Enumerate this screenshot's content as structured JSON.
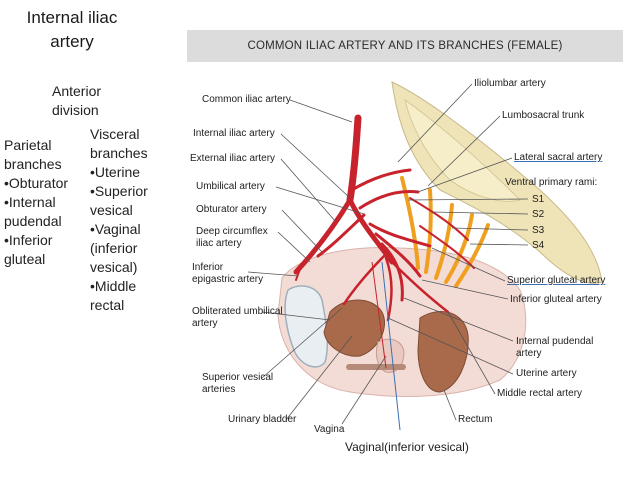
{
  "left_text": {
    "title_lines": [
      "Internal iliac",
      "artery"
    ],
    "anterior_lines": [
      "Anterior",
      "division"
    ],
    "parietal_lines": [
      "Parietal",
      "branches",
      "•Obturator",
      "•Internal",
      "pudendal",
      "•Inferior",
      "gluteal"
    ],
    "visceral_lines": [
      "Visceral",
      "branches",
      "•Uterine",
      "•Superior",
      "vesical",
      "•Vaginal",
      "(inferior",
      "vesical)",
      "•Middle",
      "rectal"
    ]
  },
  "diagram": {
    "heading": "COMMON ILIAC ARTERY AND ITS BRANCHES (FEMALE)",
    "labels_left": {
      "common_iliac": "Common iliac artery",
      "internal_iliac": "Internal iliac artery",
      "external_iliac": "External iliac artery",
      "umbilical": "Umbilical artery",
      "obturator": "Obturator artery",
      "deep_circumflex_1": "Deep circumflex",
      "deep_circumflex_2": "iliac artery",
      "inferior_epigastric_1": "Inferior",
      "inferior_epigastric_2": "epigastric artery",
      "obliterated_umbilical_1": "Obliterated umbilical",
      "obliterated_umbilical_2": "artery",
      "superior_vesical_1": "Superior vesical",
      "superior_vesical_2": "arteries",
      "urinary_bladder": "Urinary bladder",
      "vagina": "Vagina"
    },
    "labels_right": {
      "iliolumbar": "Iliolumbar artery",
      "lumbosacral": "Lumbosacral trunk",
      "lateral_sacral": "Lateral sacral artery",
      "ventral_rami": "Ventral primary rami:",
      "s1": "S1",
      "s2": "S2",
      "s3": "S3",
      "s4": "S4",
      "superior_gluteal": "Superior gluteal artery",
      "inferior_gluteal": "Inferior gluteal artery",
      "internal_pudendal_1": "Internal pudendal",
      "internal_pudendal_2": "artery",
      "uterine": "Uterine artery",
      "middle_rectal": "Middle rectal artery",
      "rectum": "Rectum"
    }
  },
  "annotation": "Vaginal(inferior vesical)",
  "colors": {
    "artery": "#c8232c",
    "nerve": "#f0a020",
    "bone": "#efe3b8",
    "organ": "#a86a4a",
    "tissue": "#f3dcd6",
    "banner": "#dcdcdc",
    "leader": "#555555",
    "annotation_line": "#3a6fb5"
  }
}
